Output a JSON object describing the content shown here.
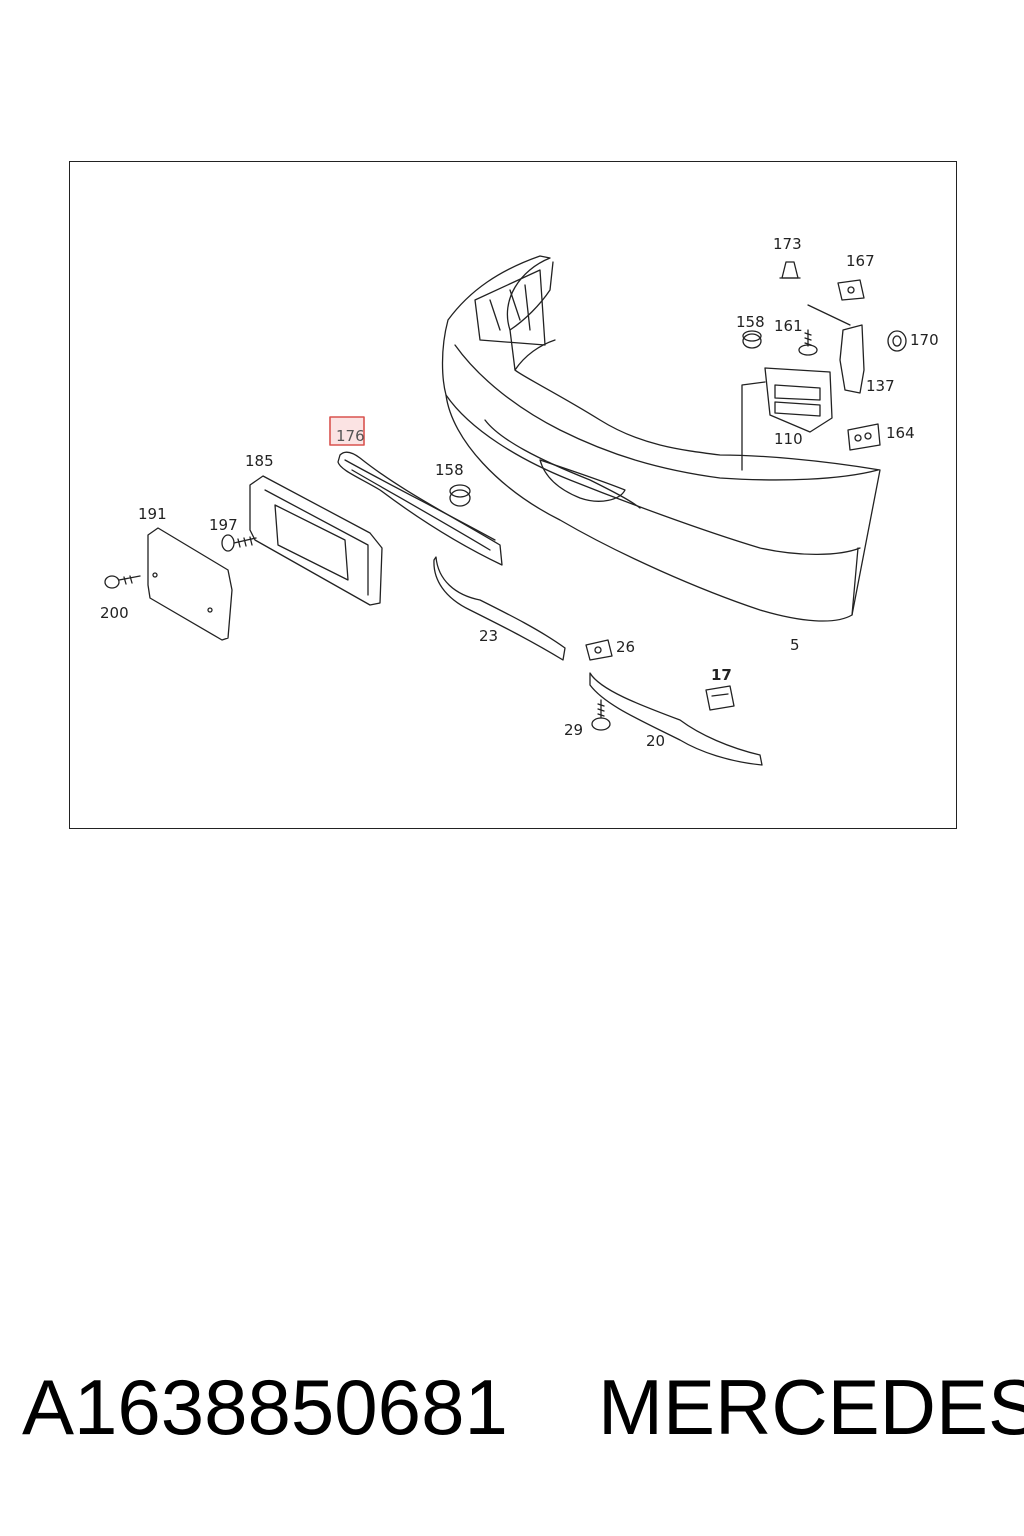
{
  "diagram": {
    "callouts": [
      {
        "id": "173",
        "text": "173"
      },
      {
        "id": "167",
        "text": "167"
      },
      {
        "id": "158a",
        "text": "158"
      },
      {
        "id": "161",
        "text": "161"
      },
      {
        "id": "170",
        "text": "170"
      },
      {
        "id": "137",
        "text": "137"
      },
      {
        "id": "110",
        "text": "110"
      },
      {
        "id": "164",
        "text": "164"
      },
      {
        "id": "176",
        "text": "176",
        "highlighted": true
      },
      {
        "id": "185",
        "text": "185"
      },
      {
        "id": "158b",
        "text": "158"
      },
      {
        "id": "191",
        "text": "191"
      },
      {
        "id": "197",
        "text": "197"
      },
      {
        "id": "200",
        "text": "200"
      },
      {
        "id": "23",
        "text": "23"
      },
      {
        "id": "26",
        "text": "26"
      },
      {
        "id": "5",
        "text": "5"
      },
      {
        "id": "17",
        "text": "17",
        "bold": true
      },
      {
        "id": "29",
        "text": "29"
      },
      {
        "id": "20",
        "text": "20"
      }
    ],
    "highlight_color": "#d9534f",
    "highlight_fill": "#fbe3e3",
    "line_color": "#222222"
  },
  "caption": {
    "part_number": "A1638850681",
    "brand": "MERCEDES"
  }
}
